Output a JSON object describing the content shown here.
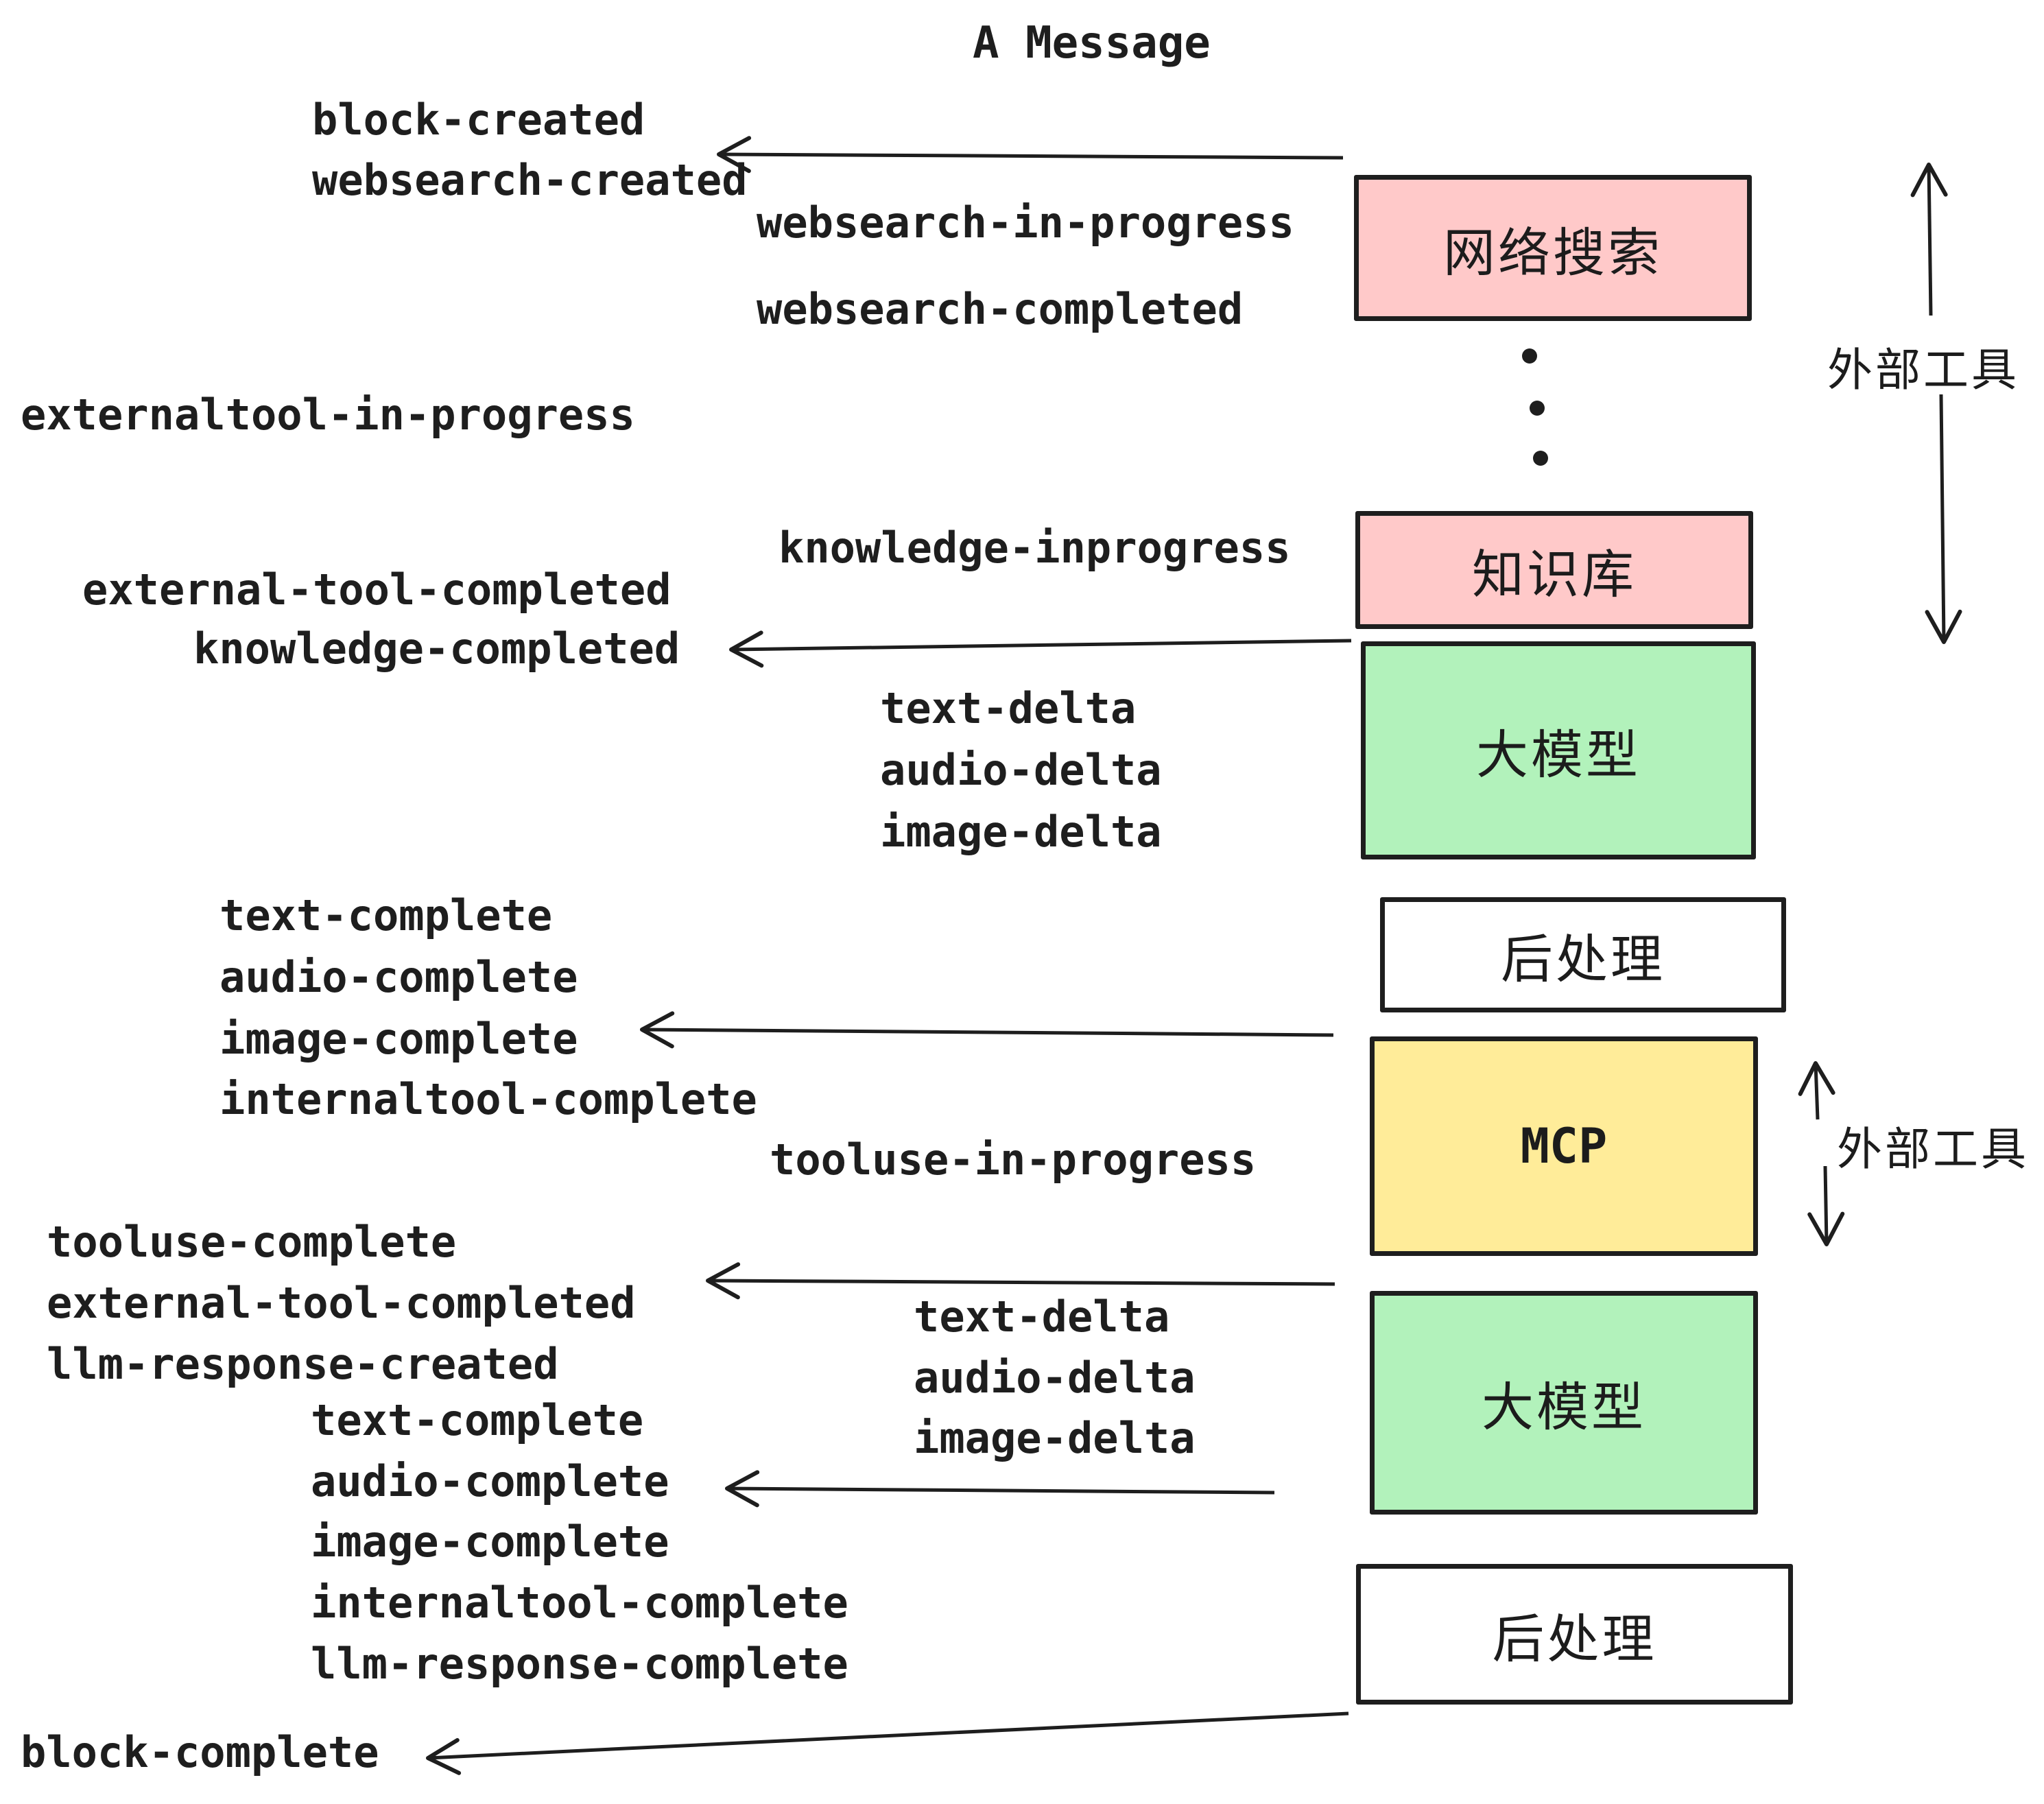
{
  "title": "A Message",
  "colors": {
    "pink": "#ffc9c9",
    "green": "#b2f2bb",
    "yellow": "#ffec99",
    "white": "#ffffff",
    "stroke": "#1e1e1e",
    "text": "#1e1e1e"
  },
  "events": {
    "block_created": "block-created",
    "websearch_created": "websearch-created",
    "websearch_in_progress": "websearch-in-progress",
    "websearch_completed": "websearch-completed",
    "externaltool_in_progress": "externaltool-in-progress",
    "knowledge_inprogress": "knowledge-inprogress",
    "external_tool_completed_1": "external-tool-completed",
    "knowledge_completed": "knowledge-completed",
    "text_delta_1": "text-delta",
    "audio_delta_1": "audio-delta",
    "image_delta_1": "image-delta",
    "text_complete_1": "text-complete",
    "audio_complete_1": "audio-complete",
    "image_complete_1": "image-complete",
    "internaltool_complete_1": "internaltool-complete",
    "tooluse_in_progress": "tooluse-in-progress",
    "tooluse_complete": "tooluse-complete",
    "external_tool_completed_2": "external-tool-completed",
    "llm_response_created": "llm-response-created",
    "text_delta_2": "text-delta",
    "audio_delta_2": "audio-delta",
    "image_delta_2": "image-delta",
    "text_complete_2": "text-complete",
    "audio_complete_2": "audio-complete",
    "image_complete_2": "image-complete",
    "internaltool_complete_2": "internaltool-complete",
    "llm_response_complete": "llm-response-complete",
    "block_complete": "block-complete"
  },
  "boxes": {
    "websearch": "网络搜索",
    "knowledge": "知识库",
    "llm_1": "大模型",
    "post_1": "后处理",
    "mcp": "MCP",
    "llm_2": "大模型",
    "post_2": "后处理"
  },
  "annotations": {
    "external_tools_top": "外部工具",
    "external_tools_mcp": "外部工具"
  }
}
